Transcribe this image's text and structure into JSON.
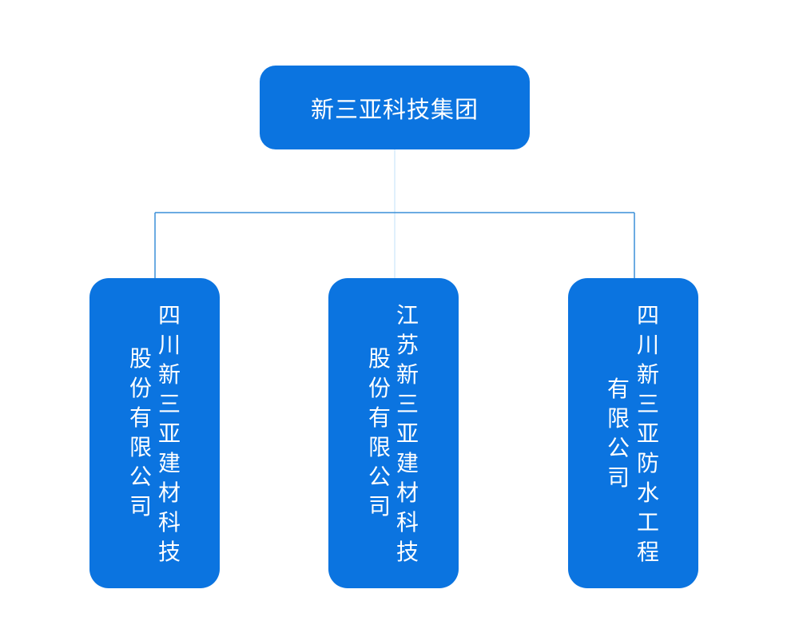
{
  "root": {
    "label": "新三亚科技集团"
  },
  "children": [
    {
      "column_right": "四川新三亚建材科技",
      "column_left": "股份有限公司"
    },
    {
      "column_right": "江苏新三亚建材科技",
      "column_left": "股份有限公司"
    },
    {
      "column_right": "四川新三亚防水工程",
      "column_left": "有限公司"
    }
  ],
  "colors": {
    "box_fill": "#0b74e0",
    "text": "#ffffff",
    "connector_line": "#3a8fd8",
    "trunk_line": "#d6ecfb"
  }
}
